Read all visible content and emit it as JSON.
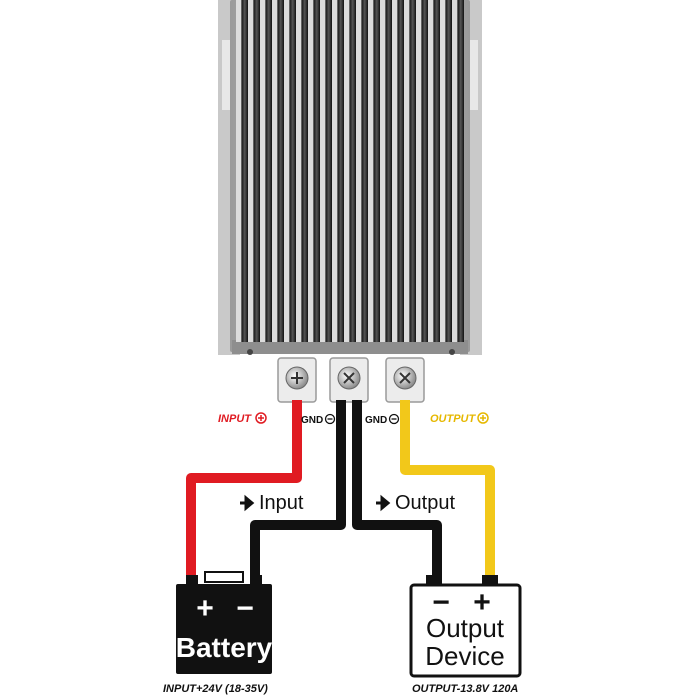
{
  "labels": {
    "input_positive": "INPUT",
    "gnd_left": "GND",
    "gnd_right": "GND",
    "output_positive": "OUTPUT",
    "input_flow": "Input",
    "output_flow": "Output",
    "battery_plus": "+",
    "battery_minus": "−",
    "battery_name": "Battery",
    "device_minus": "−",
    "device_plus": "+",
    "device_name_line1": "Output",
    "device_name_line2": "Device",
    "input_spec": "INPUT+24V  (18-35V)",
    "output_spec": "OUTPUT-13.8V 120A"
  },
  "colors": {
    "positive_in_wire": "#e01b22",
    "ground_wire": "#111111",
    "positive_out_wire": "#f2c81a",
    "housing": "#b8b8b8",
    "fins_dark": "#2a2a2a",
    "fins_light": "#d9d9d9",
    "terminal_block": "#e6e6e6",
    "input_label": "#e01b22",
    "output_label": "#e6b800"
  },
  "icons": [
    "plus-circle-icon",
    "minus-circle-icon",
    "right-arrow-icon",
    "screw-terminal-icon"
  ]
}
